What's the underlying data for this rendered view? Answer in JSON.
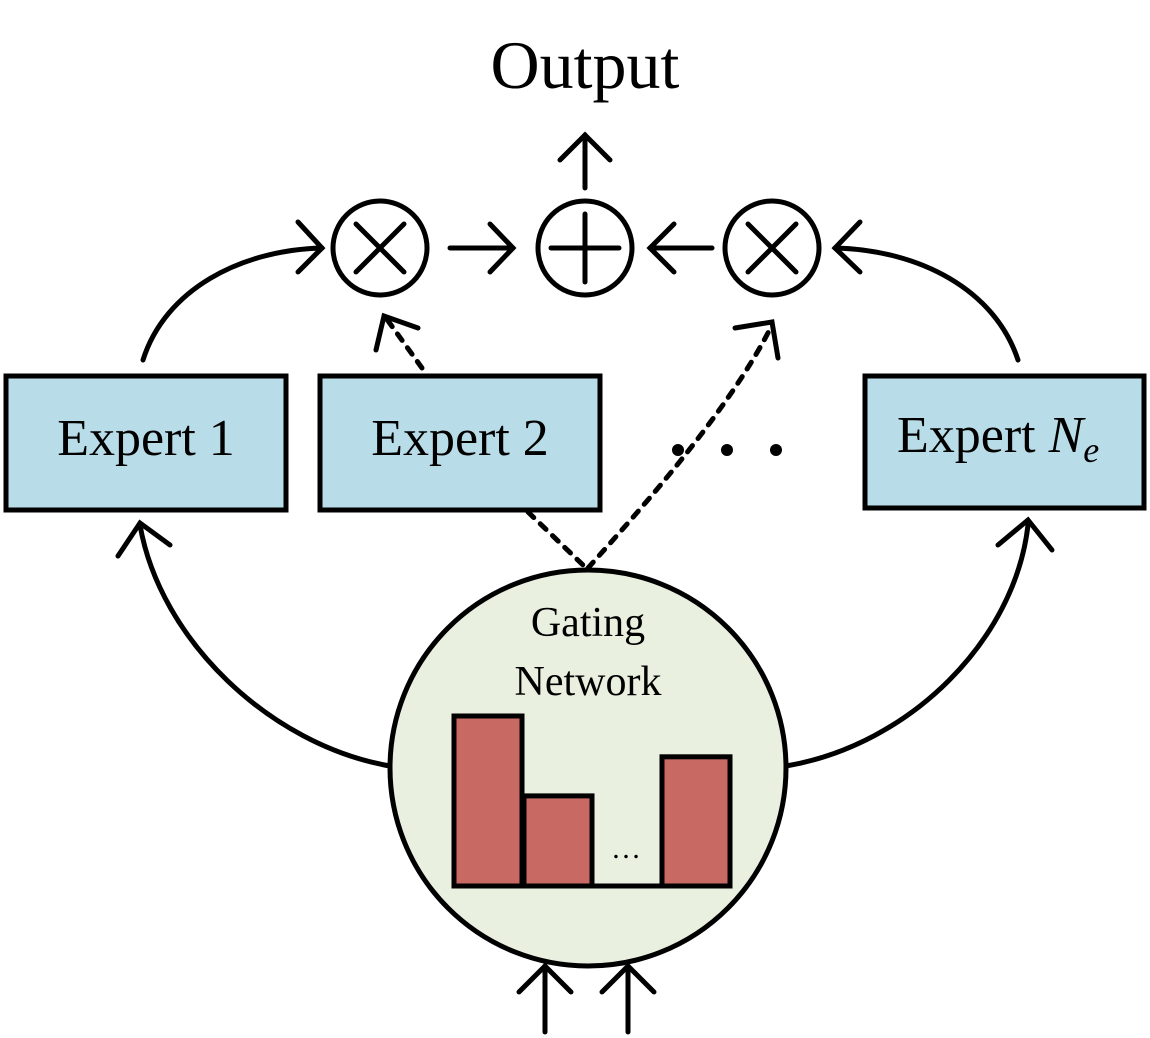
{
  "output_label": "Output",
  "experts": [
    {
      "label": "Expert 1"
    },
    {
      "label": "Expert 2"
    },
    {
      "label": "Expert ",
      "subscript_var": "N",
      "subscript": "e"
    }
  ],
  "gating": {
    "line1": "Gating",
    "line2": "Network",
    "histogram_dots": "…"
  },
  "colors": {
    "expert_fill": "#b9dde8",
    "gating_fill": "#e9f0df",
    "bar_fill": "#c86a63",
    "stroke": "#000000"
  },
  "operators": [
    {
      "name": "multiply-left",
      "symbol": "⊗"
    },
    {
      "name": "sum",
      "symbol": "⊕"
    },
    {
      "name": "multiply-right",
      "symbol": "⊗"
    }
  ],
  "gating_weights": [
    1.0,
    0.53,
    0.76
  ]
}
